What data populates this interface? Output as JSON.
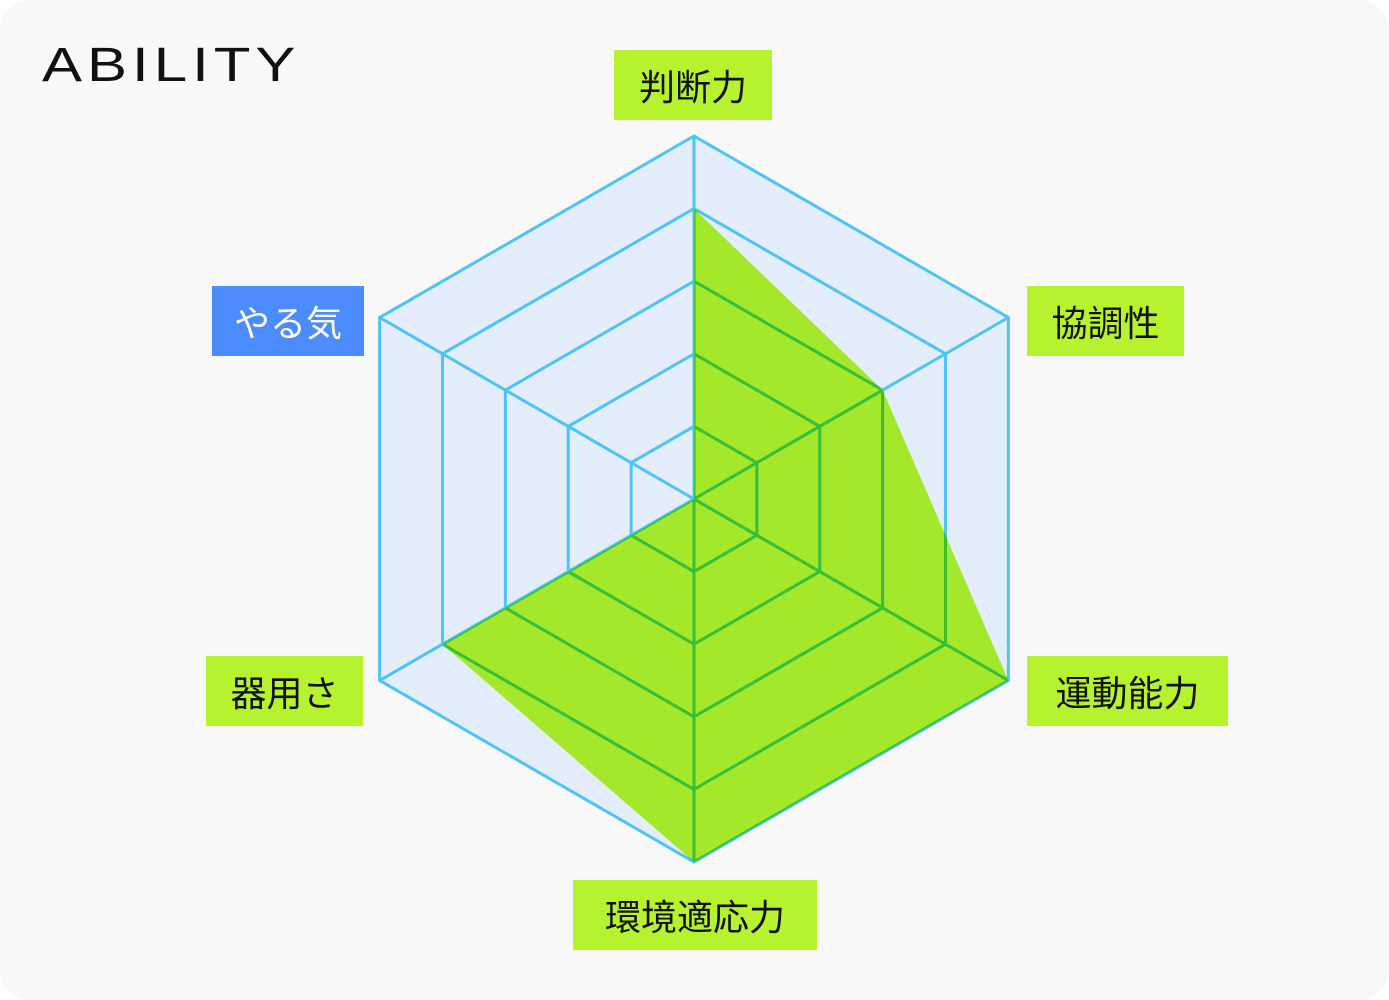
{
  "title": "ABILITY",
  "colors": {
    "grid_fill": "#e3edfb",
    "grid_line": "#4fc3f7",
    "area_fill": "#a3e82a",
    "area_line": "#3cbf2a",
    "label_bg": "#b6f22e",
    "label_highlight_bg": "#4c8cff"
  },
  "chart_data": {
    "type": "radar",
    "title": "ABILITY",
    "axes": [
      "判断力",
      "協調性",
      "運動能力",
      "環境適応力",
      "器用さ",
      "やる気"
    ],
    "values": [
      4,
      3,
      5,
      5,
      4,
      0
    ],
    "range": [
      0,
      5
    ],
    "levels": 5,
    "highlighted_axis": "やる気"
  }
}
